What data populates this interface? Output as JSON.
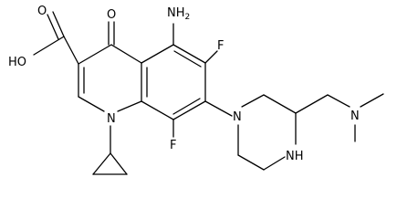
{
  "labels": {
    "cooh": "HO",
    "carbonyl_o": "O",
    "amino": "NH",
    "amino_sub": "2",
    "fluoro_top": "F",
    "fluoro_bottom": "F",
    "quinoline_n": "N",
    "piperazine_n": "N",
    "piperazine_nh": "N",
    "piperazine_h": "H",
    "amine_n": "N"
  }
}
